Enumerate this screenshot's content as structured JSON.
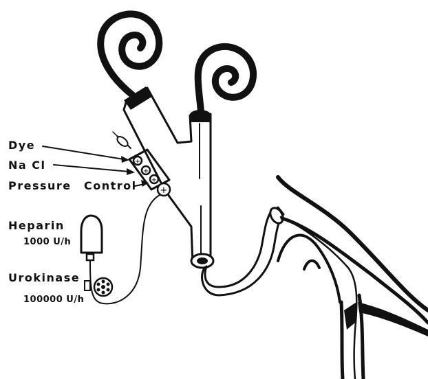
{
  "labels": {
    "dye": "Dye",
    "nacl": "Na Cl",
    "pressure": "Pressure",
    "control": "Control",
    "heparin": "Heparin",
    "heparin_rate": "1000 U/h",
    "urokinase": "Urokinase",
    "urokinase_rate": "100000 U/h"
  }
}
